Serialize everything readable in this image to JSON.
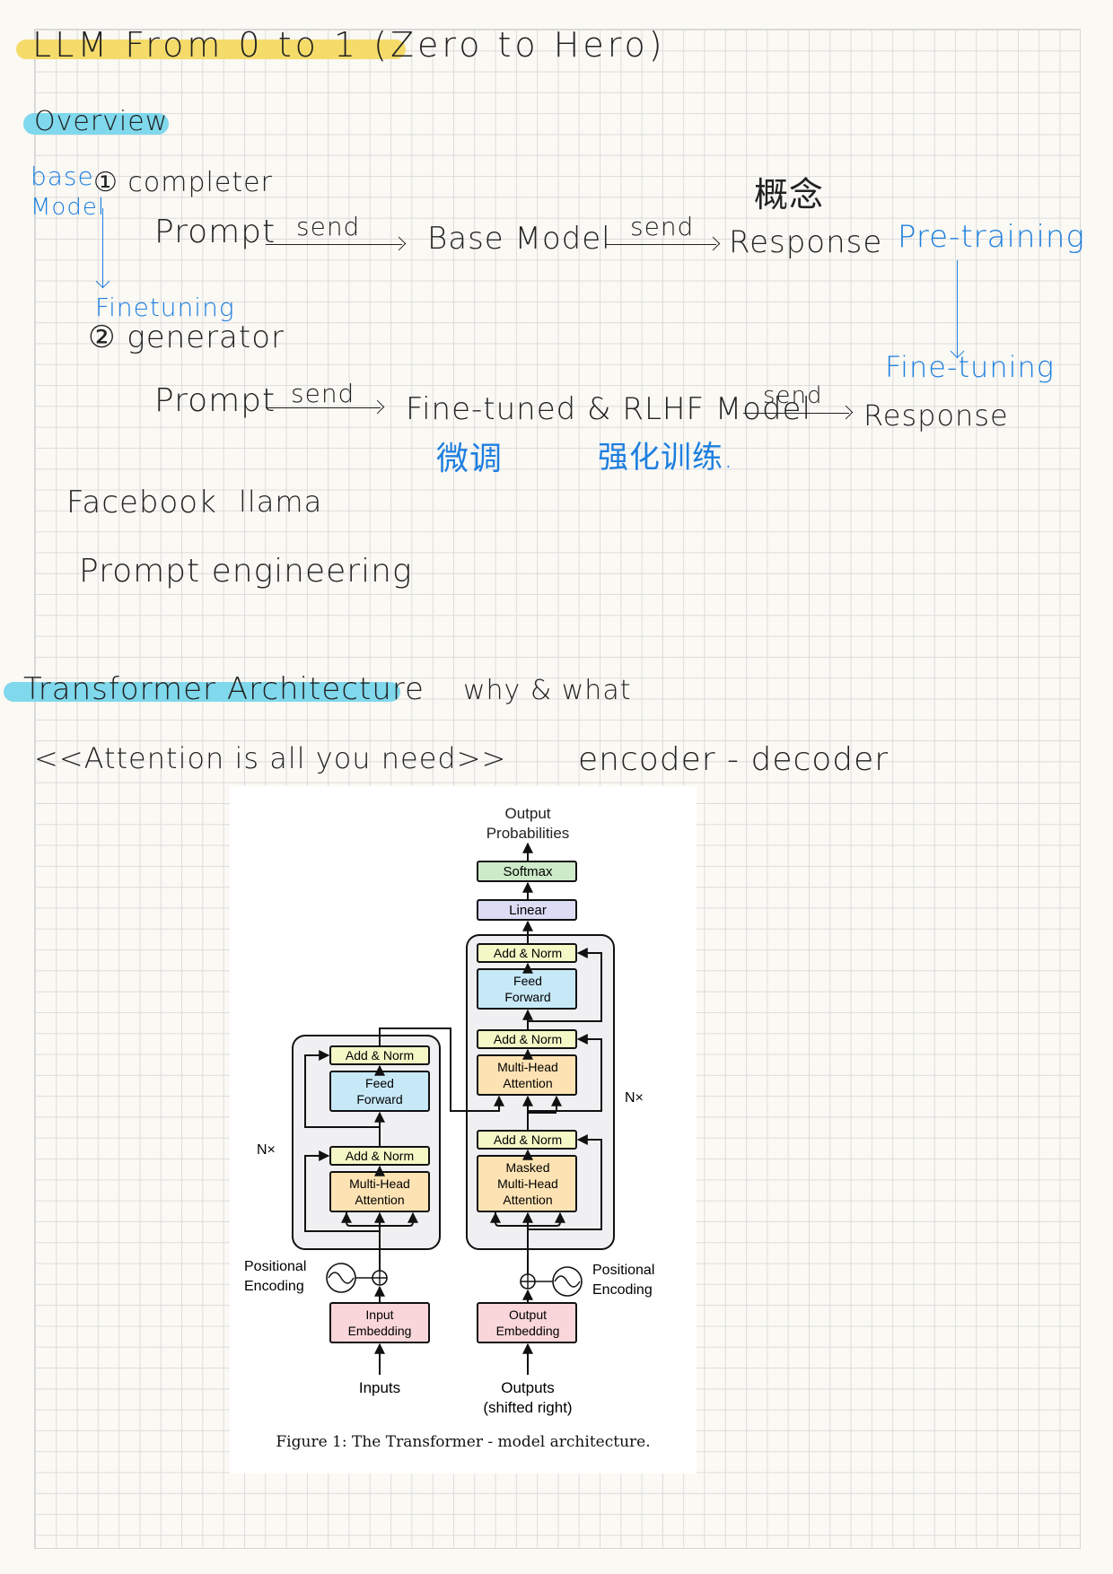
{
  "title": {
    "text": "LLM From 0 to 1 (Zero to Hero)"
  },
  "overview": {
    "heading": "Overview",
    "side_note": [
      "base",
      "Model"
    ],
    "step1": "① completer",
    "step2": "② generator",
    "finetuning_note": "Finetuning",
    "concept_note": "概念",
    "pretraining_note": "Pre-training",
    "finetuning_note2": "Fine-tuning",
    "flow1": {
      "prompt": "Prompt",
      "send1": "send",
      "model": "Base Model",
      "send2": "send",
      "response": "Response"
    },
    "flow2": {
      "prompt": "Prompt",
      "send1": "send",
      "model": "Fine-tuned & RLHF Model",
      "send2": "send",
      "response": "Response"
    },
    "zh_finetune": "微调",
    "zh_rl": "强化训练.",
    "facebook": "Facebook",
    "llama": "llama",
    "prompt_eng": "Prompt engineering"
  },
  "transformer": {
    "heading": "Transformer Architecture",
    "why_what": "why & what",
    "paper": "<<Attention is all you need>>",
    "enc_dec": "encoder - decoder"
  },
  "figure": {
    "output_probabilities": [
      "Output",
      "Probabilities"
    ],
    "softmax": "Softmax",
    "linear": "Linear",
    "add_norm": "Add & Norm",
    "feed_forward": [
      "Feed",
      "Forward"
    ],
    "multi_head_attention": [
      "Multi-Head",
      "Attention"
    ],
    "masked_mha": [
      "Masked",
      "Multi-Head",
      "Attention"
    ],
    "nx": "N×",
    "positional_encoding": [
      "Positional",
      "Encoding"
    ],
    "input_embedding": [
      "Input",
      "Embedding"
    ],
    "output_embedding": [
      "Output",
      "Embedding"
    ],
    "inputs": "Inputs",
    "outputs": [
      "Outputs",
      "(shifted right)"
    ],
    "caption": "Figure 1: The Transformer - model architecture.",
    "colors": {
      "ff": "#c7e8f7",
      "attn": "#fde2b3",
      "addnorm": "#f4f7c6",
      "embed": "#f9d6d9",
      "softmax": "#cdeac9",
      "linear": "#dcdcf4",
      "stack": "#f0f0f2"
    }
  }
}
